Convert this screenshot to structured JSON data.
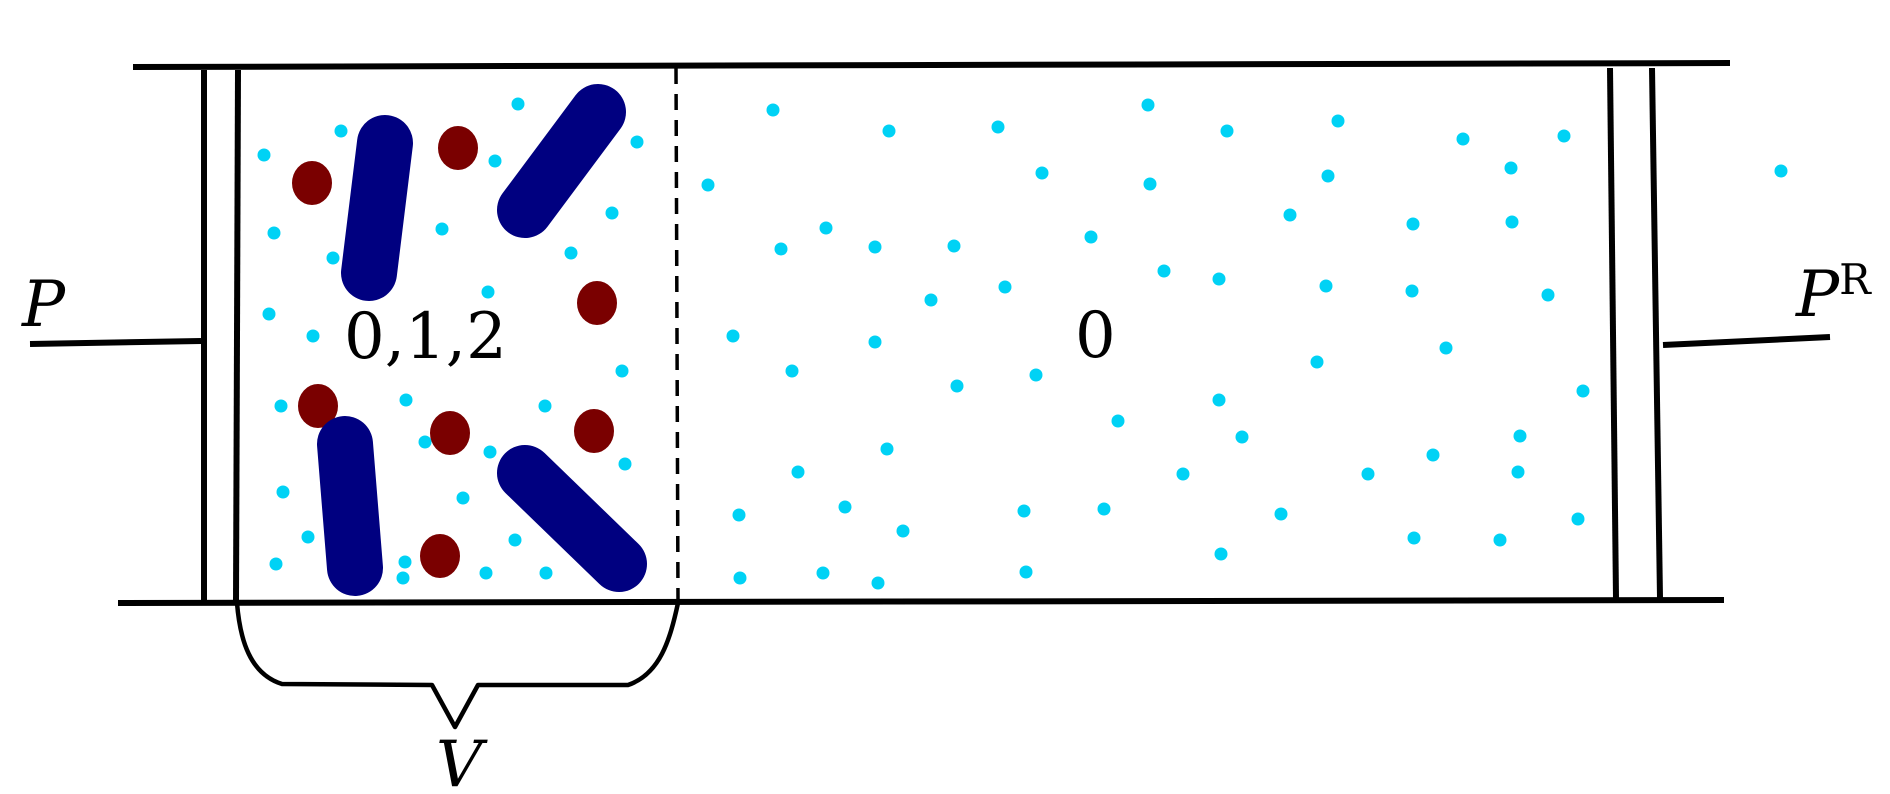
{
  "labels": {
    "pressure_left": "P",
    "pressure_right": "P",
    "pressure_right_superscript": "R",
    "region_left": "0,1,2",
    "region_right": "0",
    "volume": "V"
  },
  "colors": {
    "solvent": "#00d2f5",
    "species_1": "#7a0000",
    "species_2": "#000080",
    "line": "#000000"
  }
}
